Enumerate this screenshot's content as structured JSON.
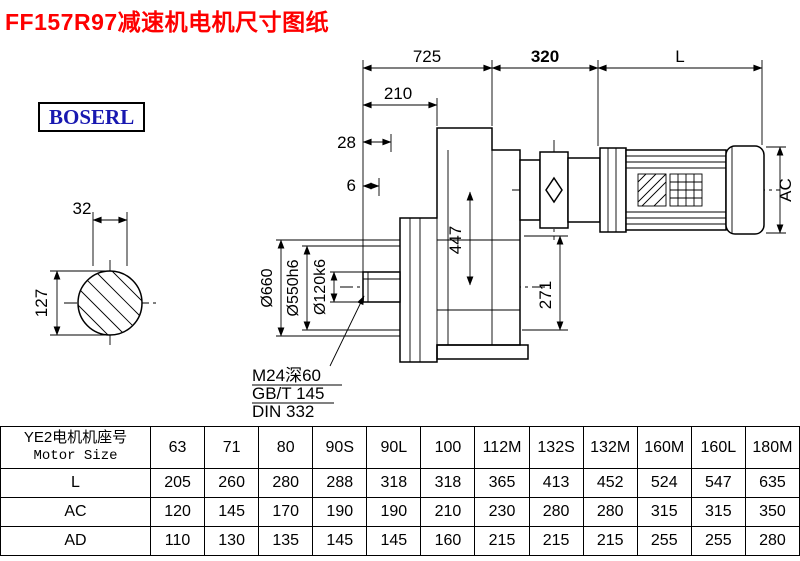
{
  "page": {
    "title": "FF157R97减速机电机尺寸图纸",
    "brand": "BOSERL"
  },
  "drawing": {
    "dim_725": "725",
    "dim_320": "320",
    "dim_L": "L",
    "dim_210": "210",
    "dim_28": "28",
    "dim_6": "6",
    "dim_32": "32",
    "dim_127": "127",
    "dim_flange_od": "Ø660",
    "dim_spigot": "Ø550h6",
    "dim_shaft": "Ø120k6",
    "dim_447": "447",
    "dim_271": "271",
    "dim_AC": "AC",
    "note_tap": "M24深60",
    "note_gb": "GB/T 145",
    "note_din": "DIN 332"
  },
  "table": {
    "header_cn": "YE2电机机座号",
    "header_en": "Motor Size",
    "sizes": [
      "63",
      "71",
      "80",
      "90S",
      "90L",
      "100",
      "112M",
      "132S",
      "132M",
      "160M",
      "160L",
      "180M"
    ],
    "rows": [
      {
        "label": "L",
        "values": [
          "205",
          "260",
          "280",
          "288",
          "318",
          "318",
          "365",
          "413",
          "452",
          "524",
          "547",
          "635"
        ]
      },
      {
        "label": "AC",
        "values": [
          "120",
          "145",
          "170",
          "190",
          "190",
          "210",
          "230",
          "280",
          "280",
          "315",
          "315",
          "350"
        ]
      },
      {
        "label": "AD",
        "values": [
          "110",
          "130",
          "135",
          "145",
          "145",
          "160",
          "215",
          "215",
          "215",
          "255",
          "255",
          "280"
        ]
      }
    ]
  }
}
